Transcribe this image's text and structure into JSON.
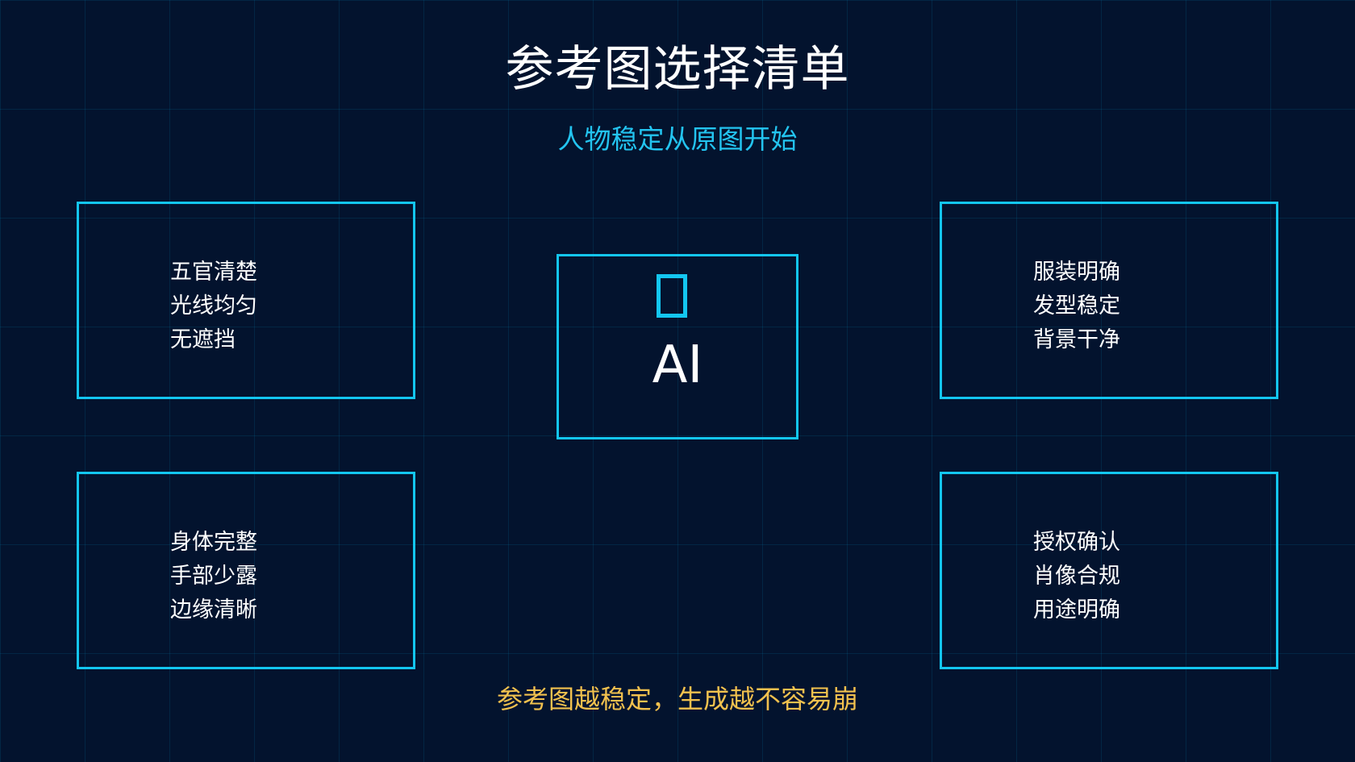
{
  "title": "参考图选择清单",
  "subtitle": "人物稳定从原图开始",
  "center": {
    "icon": "document-icon",
    "label": "AI"
  },
  "cards": {
    "top_left": {
      "lines": [
        "五官清楚",
        "光线均匀",
        "无遮挡"
      ]
    },
    "top_right": {
      "lines": [
        "服装明确",
        "发型稳定",
        "背景干净"
      ]
    },
    "bottom_left": {
      "lines": [
        "身体完整",
        "手部少露",
        "边缘清晰"
      ]
    },
    "bottom_right": {
      "lines": [
        "授权确认",
        "肖像合规",
        "用途明确"
      ]
    }
  },
  "footer": "参考图越稳定，生成越不容易崩",
  "colors": {
    "background": "#03132e",
    "accent": "#13c6f0",
    "subtitle": "#23c4f0",
    "footer": "#f2c14e",
    "text": "#ffffff"
  }
}
